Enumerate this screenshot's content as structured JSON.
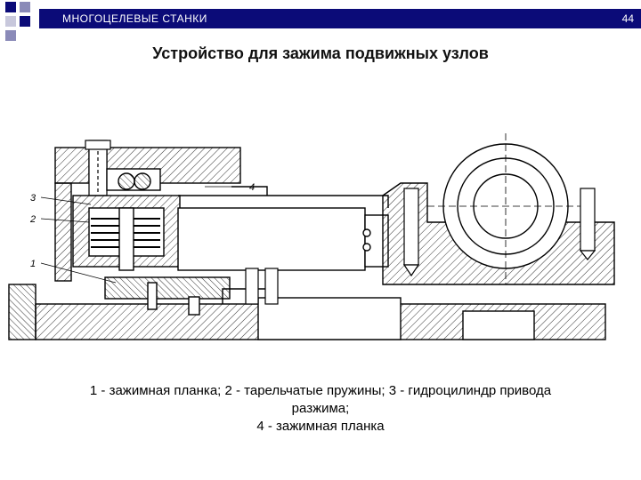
{
  "header": {
    "section_title": "МНОГОЦЕЛЕВЫЕ СТАНКИ",
    "page_number": "44",
    "bar_color": "#0b0b78",
    "corner_square_colors": [
      "#0b0b78",
      "#8a8ab8",
      "#c8c8dc"
    ]
  },
  "slide": {
    "title": "Устройство для зажима подвижных узлов"
  },
  "drawing": {
    "callouts": [
      "1",
      "2",
      "3",
      "4"
    ]
  },
  "caption": {
    "line1": "1 - зажимная планка; 2 - тарельчатые пружины; 3 - гидроцилиндр привода",
    "line2": "разжима;",
    "line3": "4 - зажимная планка"
  }
}
